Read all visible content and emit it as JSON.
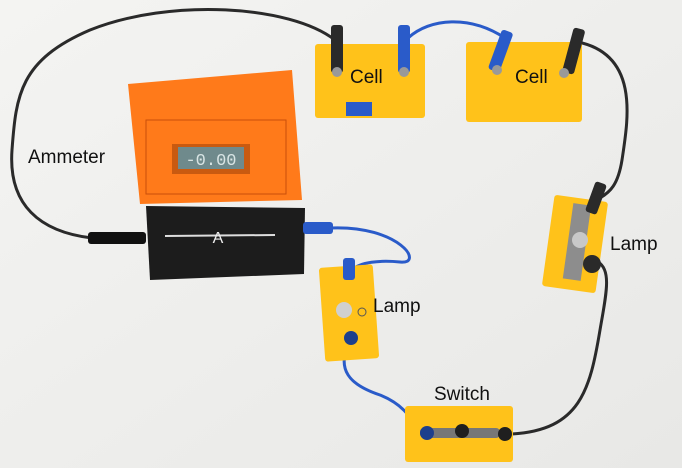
{
  "labels": {
    "ammeter": "Ammeter",
    "cell_1": "Cell",
    "cell_2": "Cell",
    "lamp_right": "Lamp",
    "lamp_lower": "Lamp",
    "switch": "Switch"
  },
  "ammeter_display": "-0.00",
  "ammeter_symbol": "A",
  "colors": {
    "background": "#f2f2f0",
    "ammeter_body": "#ff7a1a",
    "ammeter_base": "#1c1c1c",
    "component_yellow": "#ffc21a",
    "wire_black": "#2a2a2a",
    "wire_blue": "#2a5bc9",
    "lcd": "#6f8a8c"
  }
}
